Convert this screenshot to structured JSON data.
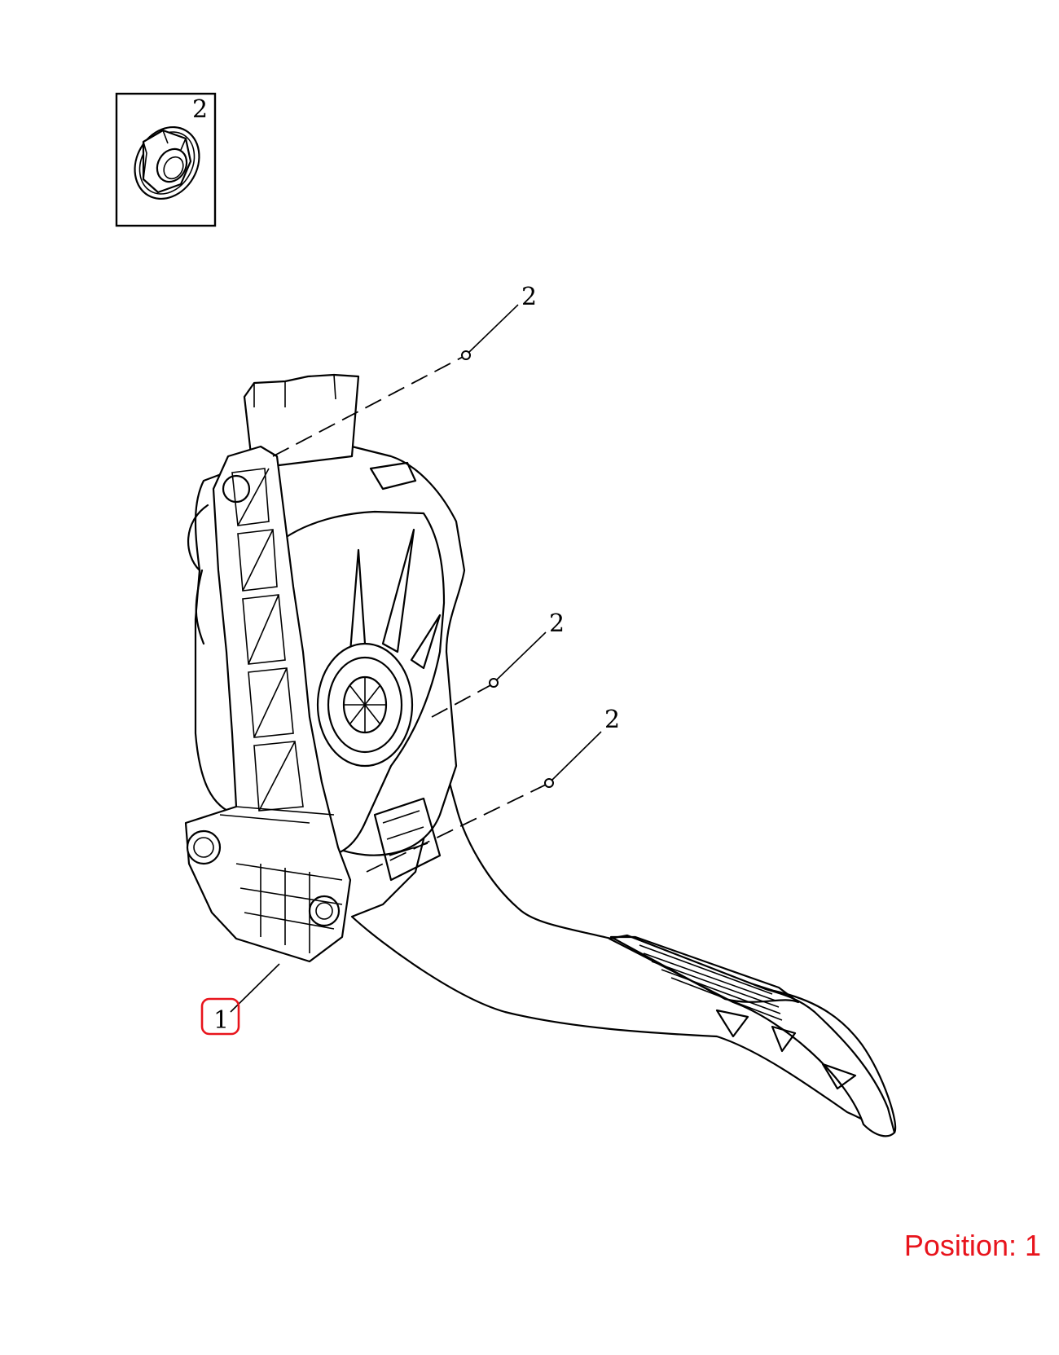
{
  "legend_box": {
    "callout": "2",
    "icon": "flange-nut-icon"
  },
  "callouts": [
    {
      "id": "nut-top",
      "label": "2"
    },
    {
      "id": "nut-middle",
      "label": "2"
    },
    {
      "id": "nut-lower",
      "label": "2"
    },
    {
      "id": "pedal-assembly",
      "label": "1",
      "highlighted": true
    }
  ],
  "position_label": "Position: 1",
  "colors": {
    "highlight": "#e8141c",
    "line": "#000000",
    "background": "#ffffff"
  }
}
